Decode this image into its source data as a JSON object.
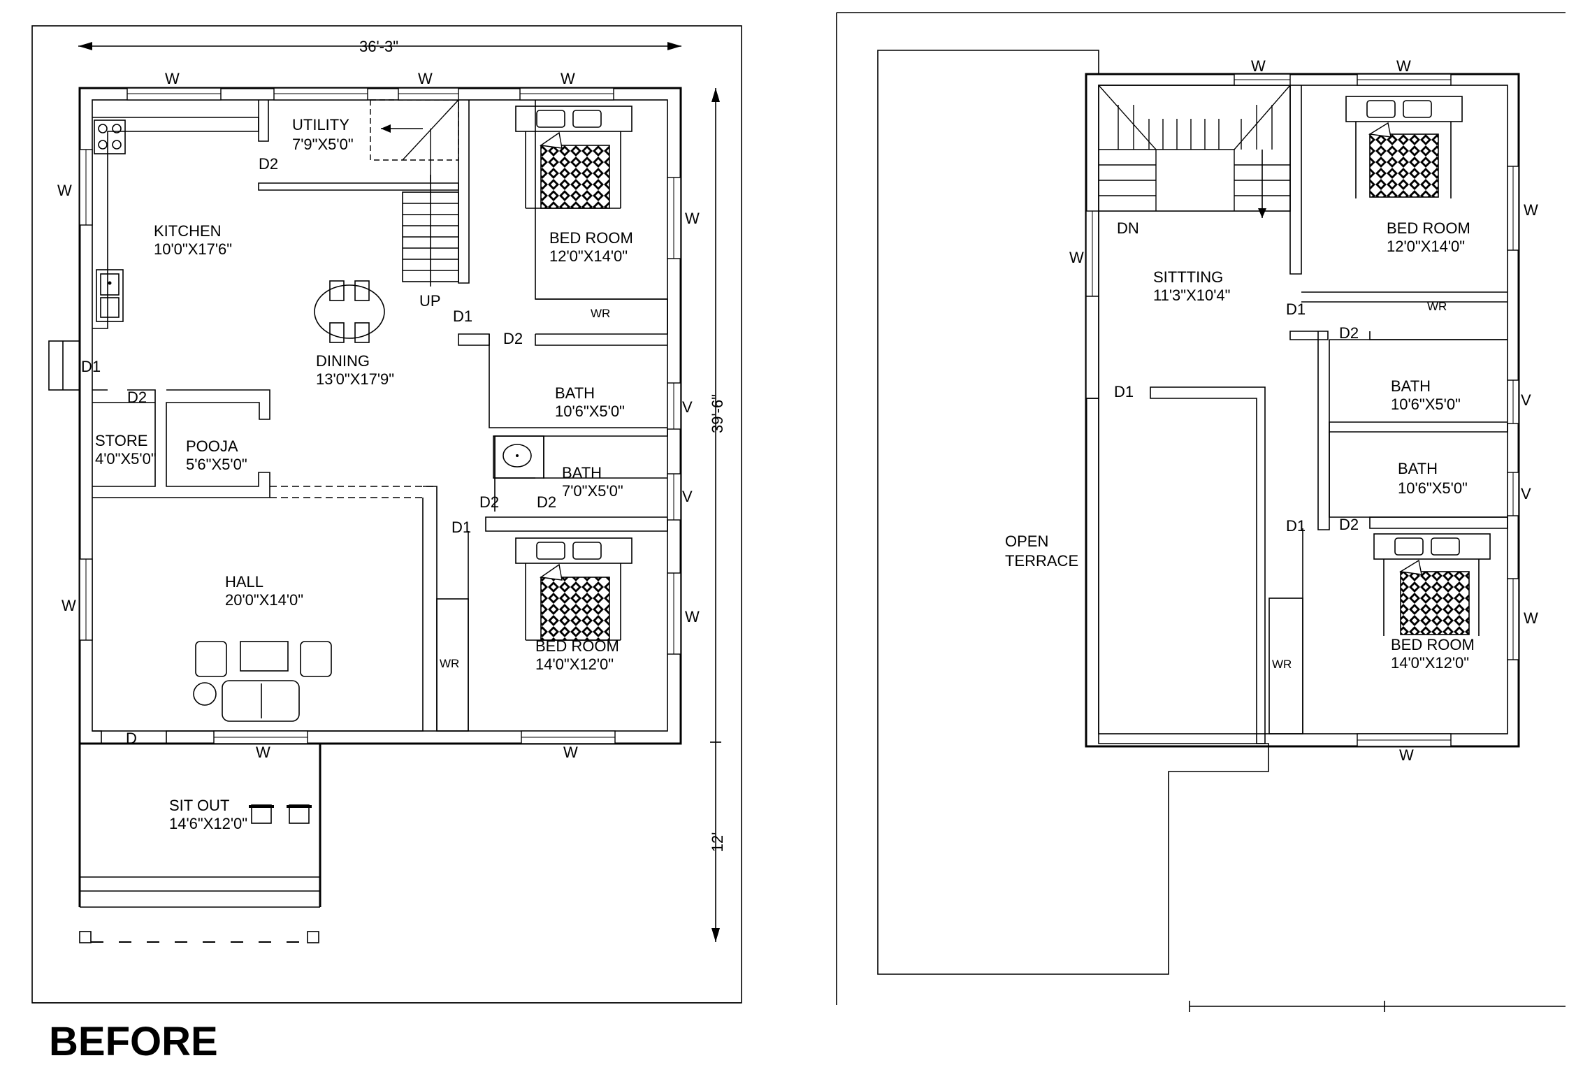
{
  "caption": "BEFORE",
  "ground_floor": {
    "dimensions": {
      "width": "36'-3\"",
      "depth": "39'-6\"",
      "sitout_depth": "12'"
    },
    "rooms": [
      {
        "id": "kitchen",
        "name": "KITCHEN",
        "size": "10'0\"X17'6\""
      },
      {
        "id": "utility",
        "name": "UTILITY",
        "size": "7'9\"X5'0\""
      },
      {
        "id": "dining",
        "name": "DINING",
        "size": "13'0\"X17'9\""
      },
      {
        "id": "bed1",
        "name": "BED ROOM",
        "size": "12'0\"X14'0\""
      },
      {
        "id": "bath1",
        "name": "BATH",
        "size": "10'6\"X5'0\""
      },
      {
        "id": "bath2",
        "name": "BATH",
        "size": "7'0\"X5'0\""
      },
      {
        "id": "store",
        "name": "STORE",
        "size": "4'0\"X5'0\""
      },
      {
        "id": "pooja",
        "name": "POOJA",
        "size": "5'6\"X5'0\""
      },
      {
        "id": "hall",
        "name": "HALL",
        "size": "20'0\"X14'0\""
      },
      {
        "id": "bed2",
        "name": "BED ROOM",
        "size": "14'0\"X12'0\""
      },
      {
        "id": "sitout",
        "name": "SIT OUT",
        "size": "14'6\"X12'0\""
      }
    ],
    "marks": {
      "window": "W",
      "ventilator": "V",
      "door": "D",
      "door1": "D1",
      "door2": "D2",
      "stair_up": "UP",
      "wardrobe": "WR"
    }
  },
  "first_floor": {
    "rooms": [
      {
        "id": "sitting",
        "name": "SITTTING",
        "size": "11'3\"X10'4\""
      },
      {
        "id": "fbed1",
        "name": "BED ROOM",
        "size": "12'0\"X14'0\""
      },
      {
        "id": "fbath1",
        "name": "BATH",
        "size": "10'6\"X5'0\""
      },
      {
        "id": "fbath2",
        "name": "BATH",
        "size": "10'6\"X5'0\""
      },
      {
        "id": "fbed2",
        "name": "BED ROOM",
        "size": "14'0\"X12'0\""
      }
    ],
    "terrace": [
      "OPEN",
      "TERRACE"
    ],
    "marks": {
      "stair_down": "DN"
    }
  }
}
